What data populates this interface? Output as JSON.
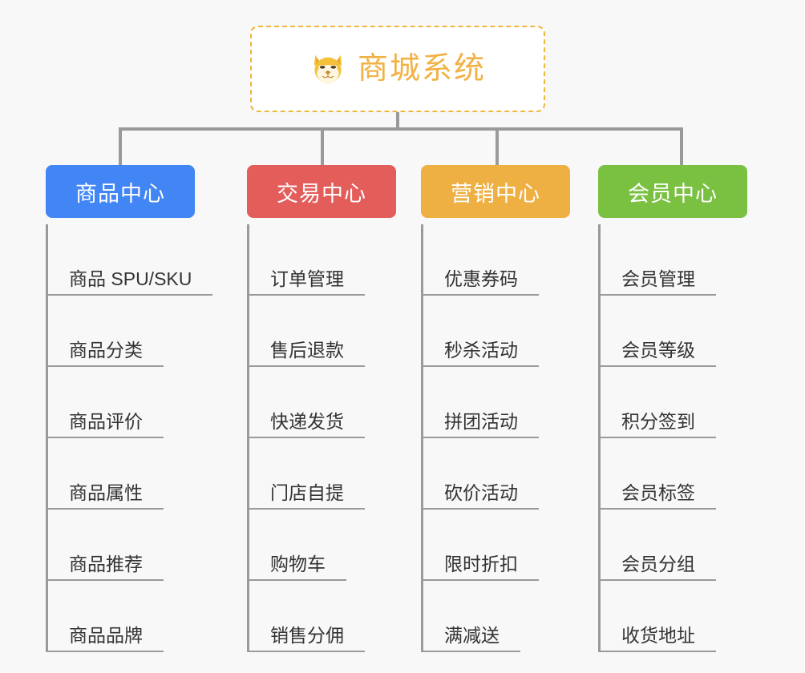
{
  "background_color": "#f8f8f8",
  "root": {
    "title": "商城系统",
    "icon": "shiba-dog-icon",
    "border_color": "#f0b53f",
    "text_color": "#f2b143"
  },
  "connector_color": "#9a9a9a",
  "columns": [
    {
      "title": "商品中心",
      "color": "#4285f4",
      "items": [
        "商品 SPU/SKU",
        "商品分类",
        "商品评价",
        "商品属性",
        "商品推荐",
        "商品品牌"
      ]
    },
    {
      "title": "交易中心",
      "color": "#e35d5b",
      "items": [
        "订单管理",
        "售后退款",
        "快递发货",
        "门店自提",
        "购物车",
        "销售分佣"
      ]
    },
    {
      "title": "营销中心",
      "color": "#eeaf43",
      "items": [
        "优惠券码",
        "秒杀活动",
        "拼团活动",
        "砍价活动",
        "限时折扣",
        "满减送"
      ]
    },
    {
      "title": "会员中心",
      "color": "#7ac142",
      "items": [
        "会员管理",
        "会员等级",
        "积分签到",
        "会员标签",
        "会员分组",
        "收货地址"
      ]
    }
  ]
}
